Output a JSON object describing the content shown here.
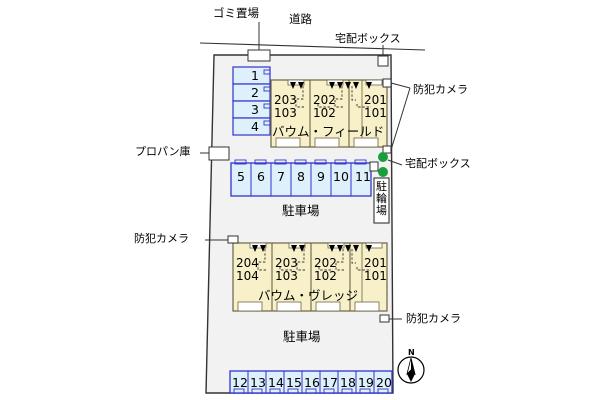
{
  "site": {
    "road_label": "道路",
    "north_label": "N"
  },
  "callouts": [
    {
      "name": "trash-area",
      "text": "ゴミ置場"
    },
    {
      "name": "delivery-box-top",
      "text": "宅配ボックス"
    },
    {
      "name": "security-camera-right-top",
      "text": "防犯カメラ"
    },
    {
      "name": "delivery-box-right",
      "text": "宅配ボックス"
    },
    {
      "name": "propane-storage",
      "text": "プロパン庫"
    },
    {
      "name": "security-camera-left",
      "text": "防犯カメラ"
    },
    {
      "name": "security-camera-right-bottom",
      "text": "防犯カメラ"
    }
  ],
  "buildings": [
    {
      "name": "バウム・フィールド",
      "units": [
        {
          "upper": "203",
          "lower": "103"
        },
        {
          "upper": "202",
          "lower": "102"
        },
        {
          "upper": "201",
          "lower": "101"
        }
      ]
    },
    {
      "name": "バウム・ヴレッジ",
      "units": [
        {
          "upper": "204",
          "lower": "104"
        },
        {
          "upper": "203",
          "lower": "103"
        },
        {
          "upper": "202",
          "lower": "102"
        },
        {
          "upper": "201",
          "lower": "101"
        }
      ]
    }
  ],
  "parking": {
    "label": "駐車場",
    "bicycle_label": "駐輪場",
    "column_stalls": [
      "1",
      "2",
      "3",
      "4"
    ],
    "middle_stalls": [
      "5",
      "6",
      "7",
      "8",
      "9",
      "10",
      "11"
    ],
    "bottom_stalls": [
      "12",
      "13",
      "14",
      "15",
      "16",
      "17",
      "18",
      "19",
      "20"
    ]
  },
  "colors": {
    "building_fill": "#f7f0c8",
    "parking_fill": "#ddf0fb",
    "parking_stroke": "#3333cc",
    "site_fill": "#f2f2f2",
    "delivery_dot": "#1a9e3c",
    "line": "#333333"
  }
}
